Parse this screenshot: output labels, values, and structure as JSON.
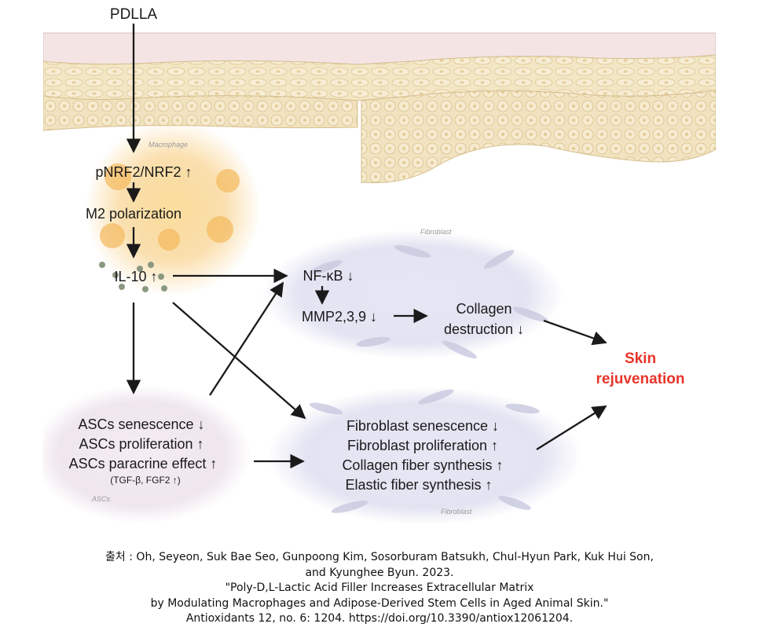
{
  "diagram": {
    "input": "PDLLA",
    "region_labels": {
      "macrophage": "Macrophage",
      "fibroblast_top": "Fibroblast",
      "fibroblast_bottom": "Fibroblast",
      "ascs": "ASCs"
    },
    "nodes": {
      "nrf2": "pNRF2/NRF2 ↑",
      "m2": "M2 polarization",
      "il10": "IL-10 ↑",
      "nfkb": "NF-κB ↓",
      "mmp": "MMP2,3,9 ↓",
      "collagen_destruction_1": "Collagen",
      "collagen_destruction_2": "destruction ↓",
      "ascs_1": "ASCs senescence ↓",
      "ascs_2": "ASCs proliferation ↑",
      "ascs_3": "ASCs paracrine effect ↑",
      "ascs_4": "(TGF-β, FGF2 ↑)",
      "fib_1": "Fibroblast senescence ↓",
      "fib_2": "Fibroblast proliferation ↑",
      "fib_3": "Collagen fiber synthesis ↑",
      "fib_4": "Elastic fiber synthesis ↑",
      "outcome_1": "Skin",
      "outcome_2": "rejuvenation"
    },
    "colors": {
      "outcome": "#e8342a",
      "macrophage_glow": "#f7c770",
      "fibroblast_bg": "#e3e3f2",
      "ascs_bg": "#efe6ee",
      "skin_layer": "#f1e3bf"
    }
  },
  "caption": {
    "line1": "출처 : Oh, Seyeon, Suk Bae Seo, Gunpoong Kim, Sosorburam Batsukh, Chul-Hyun Park, Kuk Hui Son,",
    "line2": "and Kyunghee Byun. 2023.",
    "line3": "\"Poly-D,L-Lactic Acid Filler Increases Extracellular Matrix",
    "line4": "by Modulating Macrophages and Adipose-Derived Stem Cells in Aged Animal Skin.\"",
    "line5": "Antioxidants 12, no. 6: 1204. https://doi.org/10.3390/antiox12061204."
  }
}
